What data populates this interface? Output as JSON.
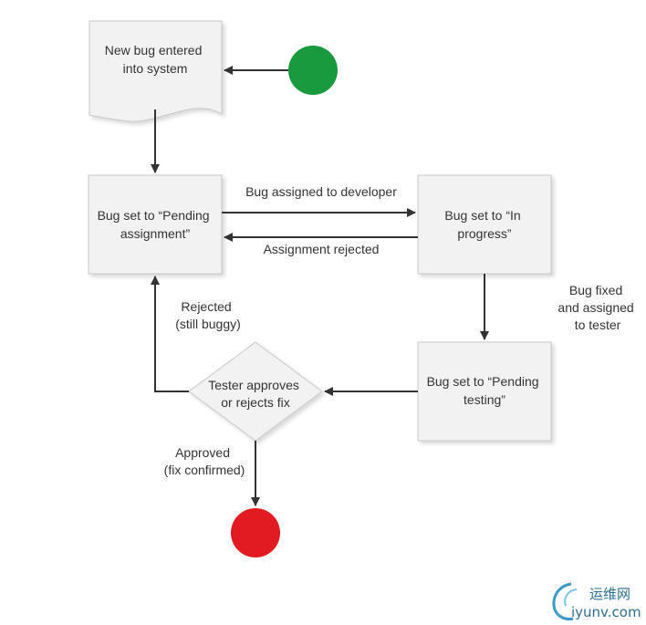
{
  "diagram": {
    "nodes": {
      "new_bug": [
        "New bug entered",
        "into system"
      ],
      "pending_assignment": [
        "Bug set to “Pending",
        "assignment”"
      ],
      "in_progress": [
        "Bug set to “In",
        "progress”"
      ],
      "pending_testing": [
        "Bug set to “Pending",
        "testing”"
      ],
      "decision": [
        "Tester approves",
        "or rejects fix"
      ]
    },
    "edges": {
      "assigned": [
        "Bug assigned to developer"
      ],
      "rejected_assignment": [
        "Assignment rejected"
      ],
      "fixed": [
        "Bug fixed",
        "and assigned",
        "to tester"
      ],
      "rejected_buggy": [
        "Rejected",
        "(still buggy)"
      ],
      "approved": [
        "Approved",
        "(fix confirmed)"
      ]
    },
    "colors": {
      "start": "#1a9a3e",
      "end": "#e21b23",
      "box_fill": "#f2f2f2",
      "box_stroke": "#c8c8c8",
      "arrow": "#333333"
    }
  },
  "watermark": {
    "cn_text": "运维网",
    "domain_text": "iyunv.com",
    "icon": "logo-swirl-icon"
  }
}
